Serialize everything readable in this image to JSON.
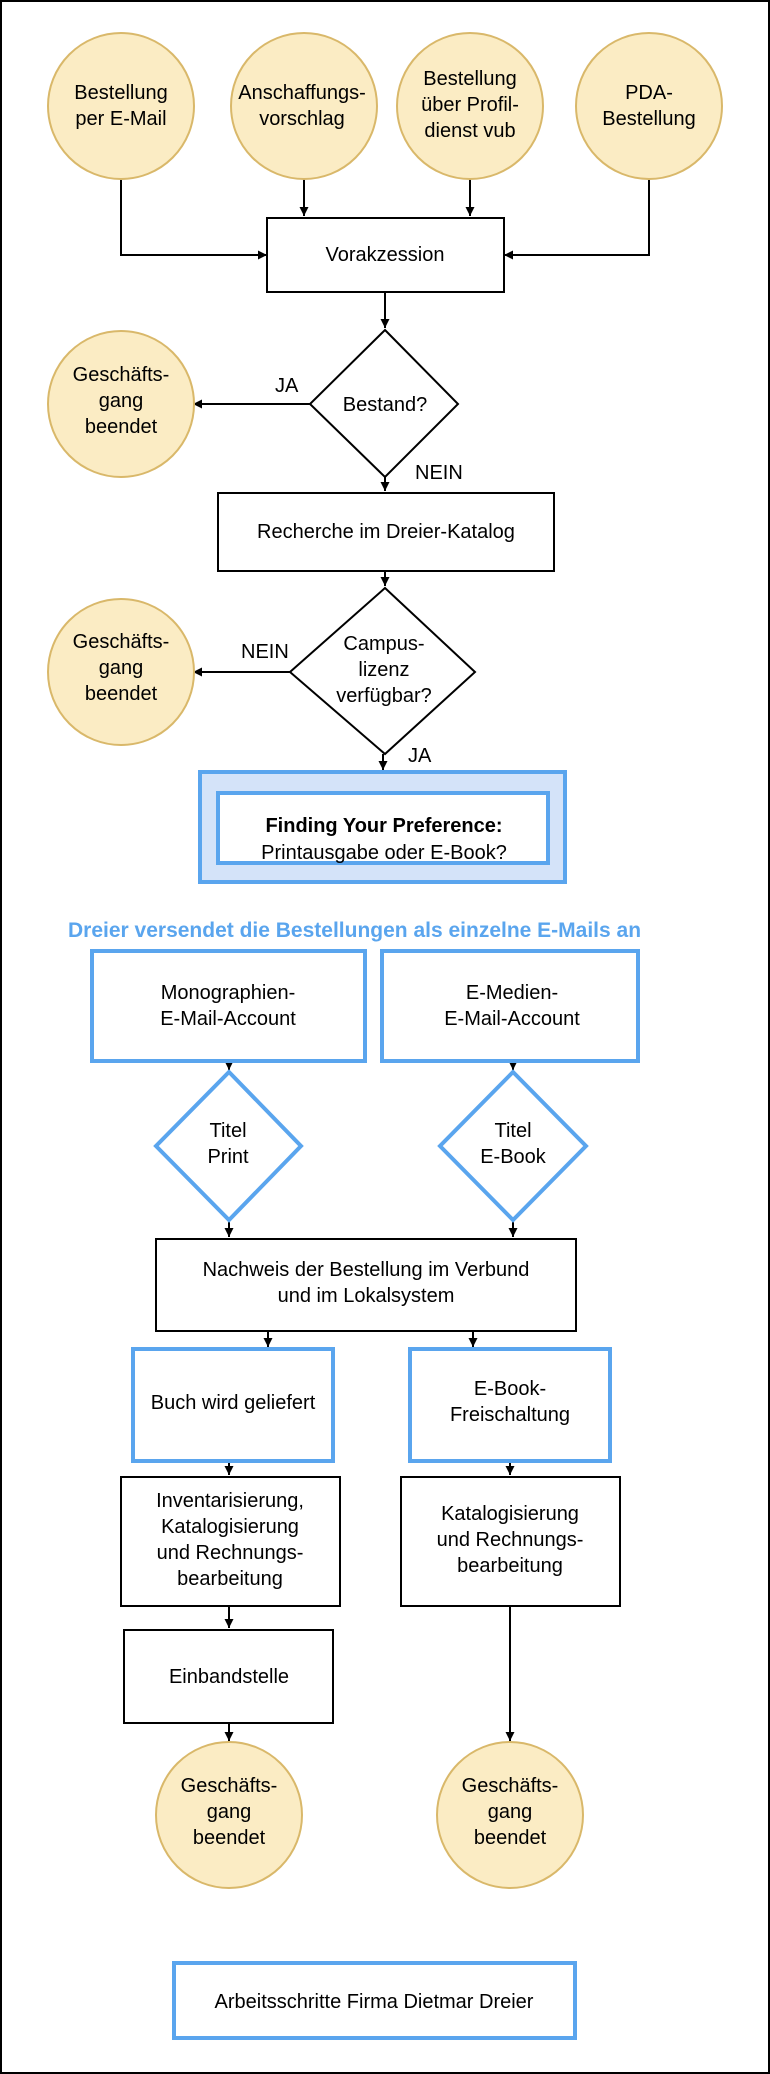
{
  "nodes": {
    "start_email": [
      "Bestellung",
      "per E-Mail"
    ],
    "start_anschaffung": [
      "Anschaffungs-",
      "vorschlag"
    ],
    "start_profildienst": [
      "Bestellung",
      "über Profil-",
      "dienst vub"
    ],
    "start_pda": [
      "PDA-",
      "Bestellung"
    ],
    "vorakzession": [
      "Vorakzession"
    ],
    "bestand": [
      "Bestand?"
    ],
    "end_1": [
      "Geschäfts-",
      "gang",
      "beendet"
    ],
    "recherche": [
      "Recherche im Dreier-Katalog"
    ],
    "campuslizenz": [
      "Campus-",
      "lizenz",
      "verfügbar?"
    ],
    "end_2": [
      "Geschäfts-",
      "gang",
      "beendet"
    ],
    "preference_bold": "Finding Your Preference:",
    "preference_text": "Printausgabe oder E-Book?",
    "dreier_banner": "Dreier versendet die Bestellungen als einzelne E-Mails an",
    "mono_account": [
      "Monographien-",
      "E-Mail-Account"
    ],
    "emedien_account": [
      "E-Medien-",
      "E-Mail-Account"
    ],
    "titel_print": [
      "Titel",
      "Print"
    ],
    "titel_ebook": [
      "Titel",
      "E-Book"
    ],
    "nachweis": [
      "Nachweis der Bestellung im Verbund",
      "und im Lokalsystem"
    ],
    "buch_geliefert": [
      "Buch wird geliefert"
    ],
    "ebook_freischaltung": [
      "E-Book-",
      "Freischaltung"
    ],
    "inventarisierung": [
      "Inventarisierung,",
      "Katalogisierung",
      "und Rechnungs-",
      "bearbeitung"
    ],
    "katalogisierung": [
      "Katalogisierung",
      "und Rechnungs-",
      "bearbeitung"
    ],
    "einbandstelle": [
      "Einbandstelle"
    ],
    "end_3": [
      "Geschäfts-",
      "gang",
      "beendet"
    ],
    "end_4": [
      "Geschäfts-",
      "gang",
      "beendet"
    ],
    "legend": [
      "Arbeitsschritte Firma Dietmar Dreier"
    ]
  },
  "edge_labels": {
    "bestand_ja": "JA",
    "bestand_nein": "NEIN",
    "campus_nein": "NEIN",
    "campus_ja": "JA"
  },
  "colors": {
    "highlight_blue": "#5aa5ee",
    "preference_fill": "#d4e3f9",
    "terminal_fill": "#fbecc4",
    "terminal_stroke": "#d9b86a"
  }
}
